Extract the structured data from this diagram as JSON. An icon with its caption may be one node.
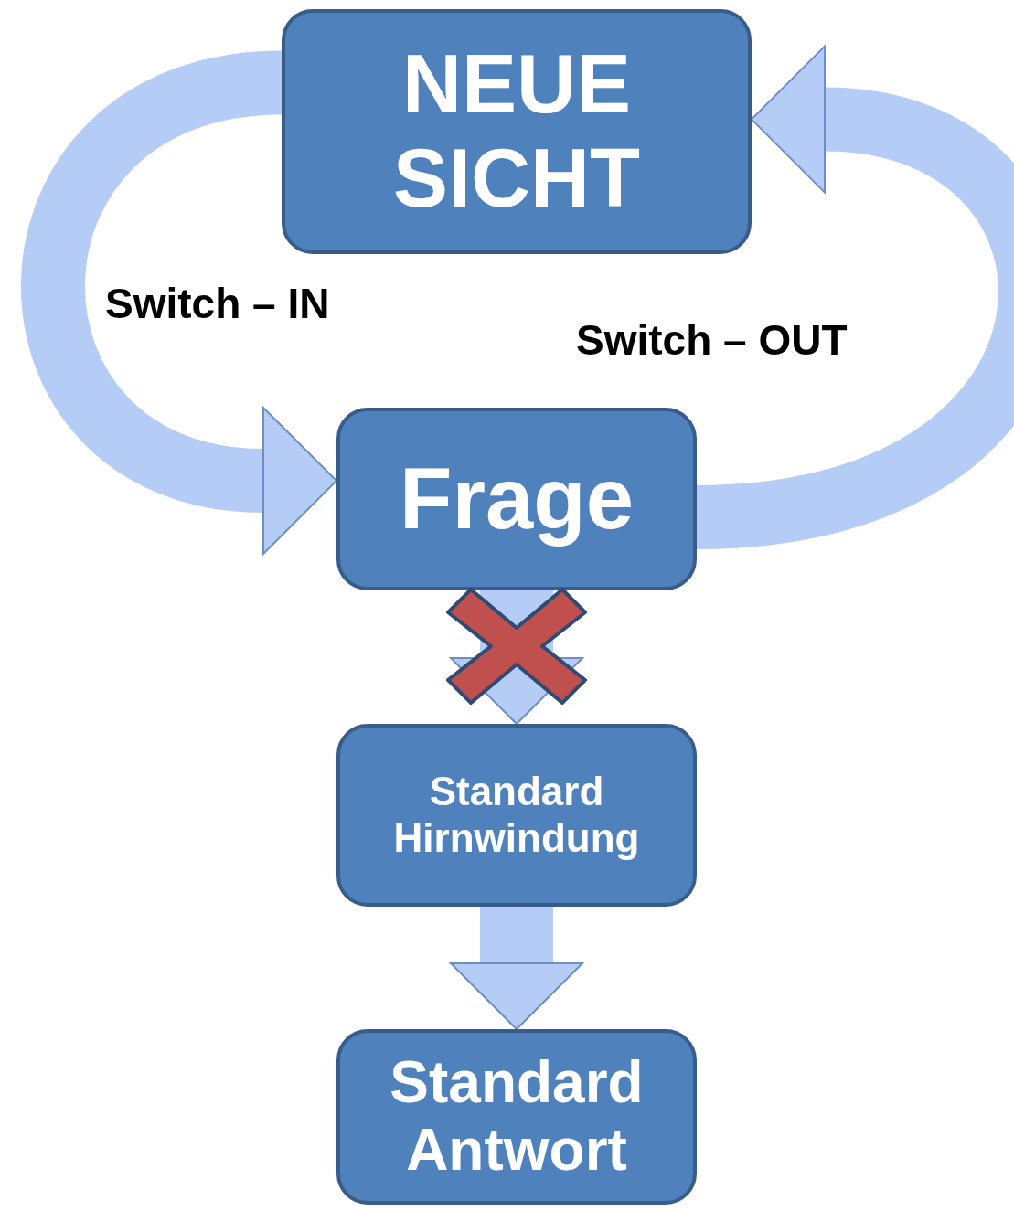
{
  "diagram": {
    "nodes": [
      {
        "text": [
          "NEUE SICHT"
        ]
      },
      {
        "text": [
          "Frage"
        ]
      },
      {
        "text": [
          "Standard Hirnwindung"
        ]
      },
      {
        "text": [
          "Standard Antwort"
        ]
      }
    ],
    "edges": [
      {
        "from": 0,
        "to": 1,
        "arrow": "to",
        "label": "Switch – IN"
      },
      {
        "from": 1,
        "to": 0,
        "arrow": "to",
        "label": "Switch – OUT"
      },
      {
        "from": 1,
        "to": 2,
        "arrow": "to"
      },
      {
        "from": 2,
        "to": 3,
        "arrow": "to"
      }
    ]
  }
}
